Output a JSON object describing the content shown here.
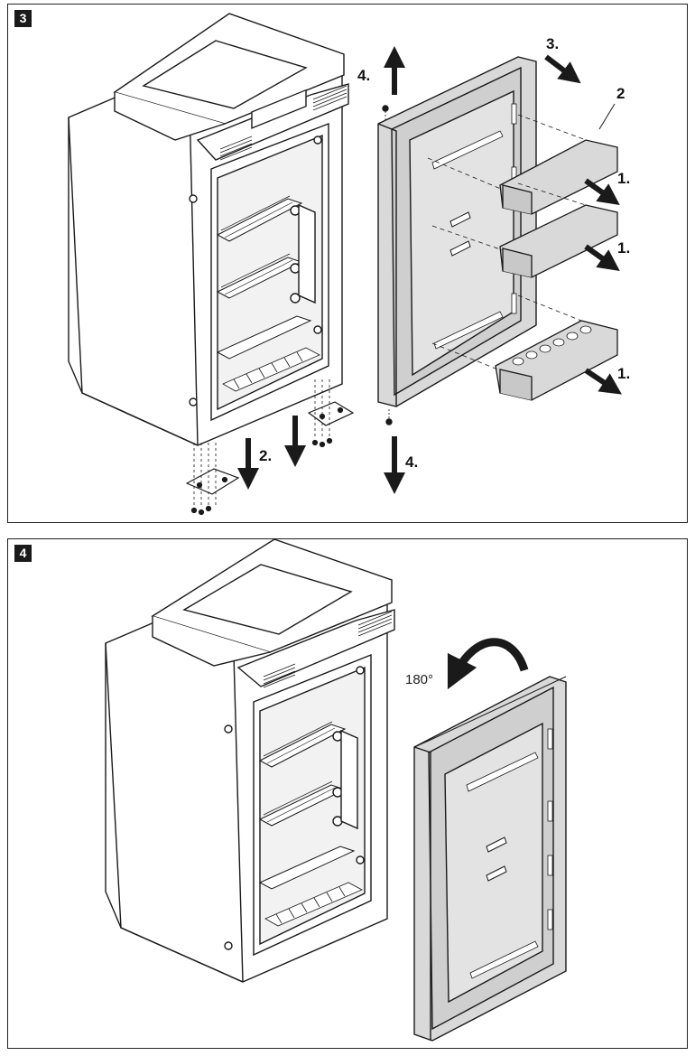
{
  "panel3": {
    "number": "3",
    "step_labels": {
      "remove_bins_1": "1.",
      "remove_bins_2": "1.",
      "remove_bins_3": "1.",
      "remove_hinges": "2.",
      "remove_door": "3.",
      "pins_top": "4.",
      "pins_bottom": "4."
    },
    "callout": "2"
  },
  "panel4": {
    "number": "4",
    "rotation_label": "180°"
  },
  "colors": {
    "line": "#1a1a1a",
    "gray_fill": "#d9d9d9",
    "dark_fill": "#555555",
    "white": "#ffffff"
  }
}
